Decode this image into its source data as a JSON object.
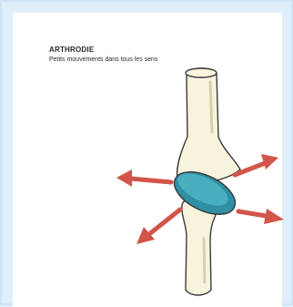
{
  "caption": {
    "title": "ARTHRODIE",
    "description": "Petits mouvements dans tous les sens"
  },
  "colors": {
    "background": "#dfeefb",
    "panel": "#ffffff",
    "bone_fill": "#f8f3dc",
    "bone_outline": "#3a3a3a",
    "joint_surface": "#3aa3b5",
    "arrow": "#d2544a"
  },
  "icons": [
    "arrow-up-right",
    "arrow-right",
    "arrow-down-right",
    "arrow-down-left",
    "arrow-left",
    "arrow-up-left"
  ]
}
